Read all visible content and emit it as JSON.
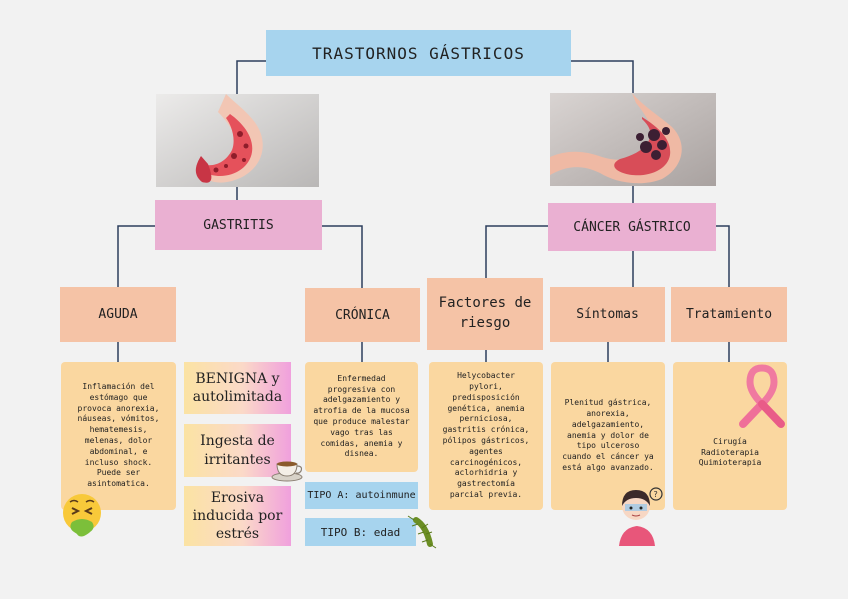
{
  "title": "TRASTORNOS GÁSTRICOS",
  "gastritis": {
    "label": "GASTRITIS",
    "aguda": {
      "label": "AGUDA",
      "text": "Inflamación del estómago que provoca anorexia, náuseas, vómitos, hematemesis, melenas, dolor abdominal, e incluso shock. Puede ser asintomatica."
    },
    "types": [
      "BENIGNA y autolimitada",
      "Ingesta de irritantes",
      "Erosiva inducida por estrés"
    ],
    "cronica": {
      "label": "CRÓNICA",
      "text": "Enfermedad progresiva con adelgazamiento y atrofia de la mucosa que produce malestar vago tras las comidas, anemia y disnea.",
      "tipo_a": "TIPO A: autoinmune",
      "tipo_b": "TIPO B: edad"
    }
  },
  "cancer": {
    "label": "CÁNCER GÁSTRICO",
    "factores": {
      "label": "Factores de riesgo",
      "text": "Helycobacter pylori, predisposición genética, anemia perniciosa, gastritis crónica, pólipos gástricos, agentes carcinogénicos, aclorhidria y gastrectomía parcial previa."
    },
    "sintomas": {
      "label": "Síntomas",
      "text": "Plenitud gástrica, anorexia, adelgazamiento, anemia y dolor de tipo ulceroso cuando el cáncer ya está algo avanzado."
    },
    "tratamiento": {
      "label": "Tratamiento",
      "text": "Cirugía Radioterapia Quimioterapia"
    }
  }
}
